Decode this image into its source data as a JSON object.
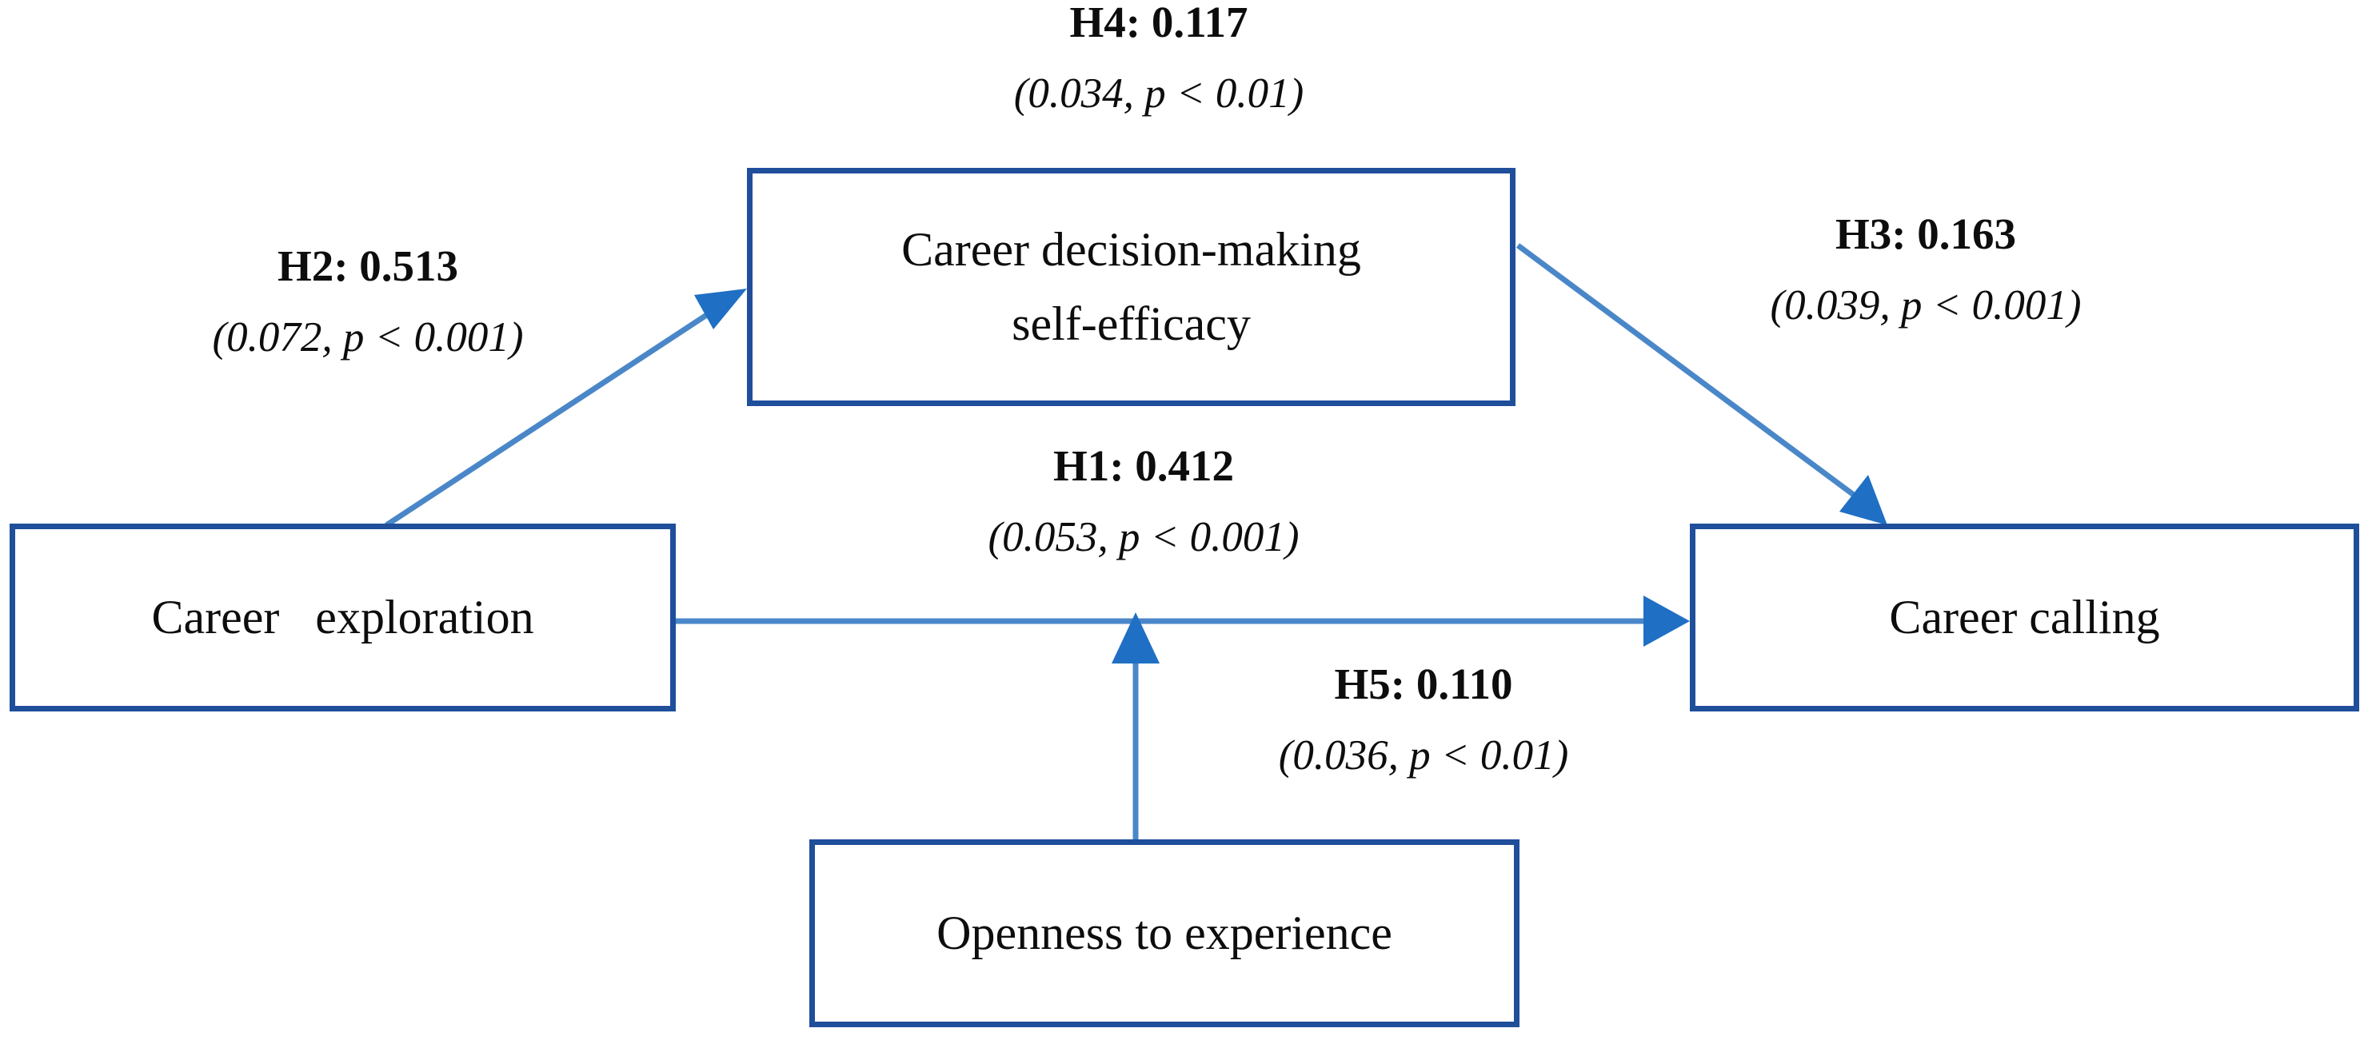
{
  "diagram": {
    "type": "path-model",
    "background_color": "#ffffff",
    "box_border_color": "#1F4E9B",
    "arrow_color": "#4A87C8",
    "arrowhead_color": "#1F6FC4",
    "text_color": "#0d0d0d"
  },
  "nodes": {
    "career_exploration": {
      "label_line1": "Career   exploration",
      "label_line2": ""
    },
    "cdmse": {
      "label_line1": "Career decision-making",
      "label_line2": "self-efficacy"
    },
    "career_calling": {
      "label_line1": "Career calling",
      "label_line2": ""
    },
    "openness": {
      "label_line1": "Openness to experience",
      "label_line2": ""
    }
  },
  "paths": {
    "h1": {
      "id": "H1",
      "coefficient": "H1: 0.412",
      "statistic": "(0.053, p < 0.001)",
      "se": "0.053",
      "p": "p < 0.001",
      "estimate": 0.412,
      "from": "career_exploration",
      "to": "career_calling"
    },
    "h2": {
      "id": "H2",
      "coefficient": "H2: 0.513",
      "statistic": "(0.072, p < 0.001)",
      "se": "0.072",
      "p": "p < 0.001",
      "estimate": 0.513,
      "from": "career_exploration",
      "to": "cdmse"
    },
    "h3": {
      "id": "H3",
      "coefficient": "H3: 0.163",
      "statistic": "(0.039, p < 0.001)",
      "se": "0.039",
      "p": "p < 0.001",
      "estimate": 0.163,
      "from": "cdmse",
      "to": "career_calling"
    },
    "h4": {
      "id": "H4",
      "coefficient": "H4: 0.117",
      "statistic": "(0.034, p < 0.01)",
      "se": "0.034",
      "p": "p < 0.01",
      "estimate": 0.117,
      "from": "career_exploration",
      "to": "career_calling",
      "via": "cdmse"
    },
    "h5": {
      "id": "H5",
      "coefficient": "H5: 0.110",
      "statistic": "(0.036, p < 0.01)",
      "se": "0.036",
      "p": "p < 0.01",
      "estimate": 0.11,
      "from": "openness",
      "to": "h1-path"
    }
  }
}
